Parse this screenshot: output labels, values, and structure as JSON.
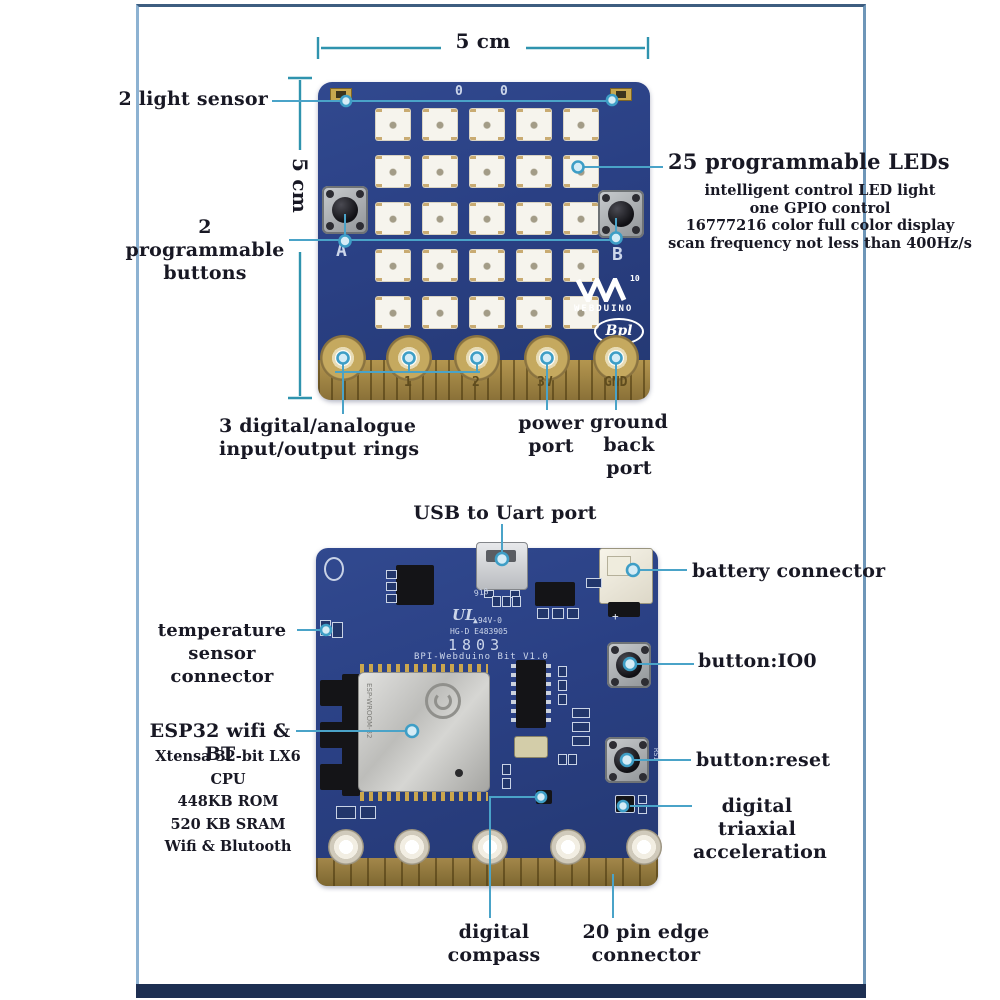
{
  "colors": {
    "annotation_line": "#4aa3c8",
    "dimension_line": "#2f93ae",
    "pcb_blue": "#2a4084",
    "gold": "#a18545",
    "label_text": "#181824"
  },
  "dimensions": {
    "width_label": "5 cm",
    "height_label": "5 cm"
  },
  "annotations": {
    "light_sensor": "2 light sensor",
    "leds_heading": "25 programmable LEDs",
    "leds_lines": [
      "intelligent control LED light",
      "one GPIO control",
      "16777216 color full color display",
      "scan frequency not less than 400Hz/s"
    ],
    "buttons_l1": "2 programmable",
    "buttons_l2": "buttons",
    "rings_l1": "3 digital/analogue",
    "rings_l2": "input/output rings",
    "power_l1": "power",
    "power_l2": "port",
    "ground_l1": "ground back",
    "ground_l2": "port",
    "usb": "USB to Uart port",
    "battery": "battery connector",
    "temp_l1": "temperature sensor",
    "temp_l2": "connector",
    "io0": "button:IO0",
    "esp_heading": "ESP32 wifi & BT",
    "esp_lines": [
      "Xtensa 32-bit LX6 CPU",
      "448KB ROM",
      "520 KB SRAM",
      "Wifi & Blutooth"
    ],
    "reset": "button:reset",
    "accel_l1": "digital triaxial",
    "accel_l2": "acceleration",
    "compass": "digital compass",
    "edge": "20 pin edge connector"
  },
  "top_board": {
    "zero_left": "0",
    "zero_right": "0",
    "btn_a": "A",
    "btn_b": "B",
    "logo_sup": "10",
    "logo_word": "WEBDUINO",
    "logo_oval": "Bpl",
    "ring_labels": [
      "1",
      "2",
      "3V",
      "GND"
    ]
  },
  "bottom_board": {
    "silkscreen": {
      "r910": "910",
      "ul": "UL",
      "v0": "▲94V-0",
      "hgd": "HG-D E483905",
      "year": "1803",
      "name": "BPI-Webduino Bit V1.0",
      "plus": "+",
      "rs1": "RS1",
      "esp_text": "ESP-WROOM-32"
    }
  }
}
